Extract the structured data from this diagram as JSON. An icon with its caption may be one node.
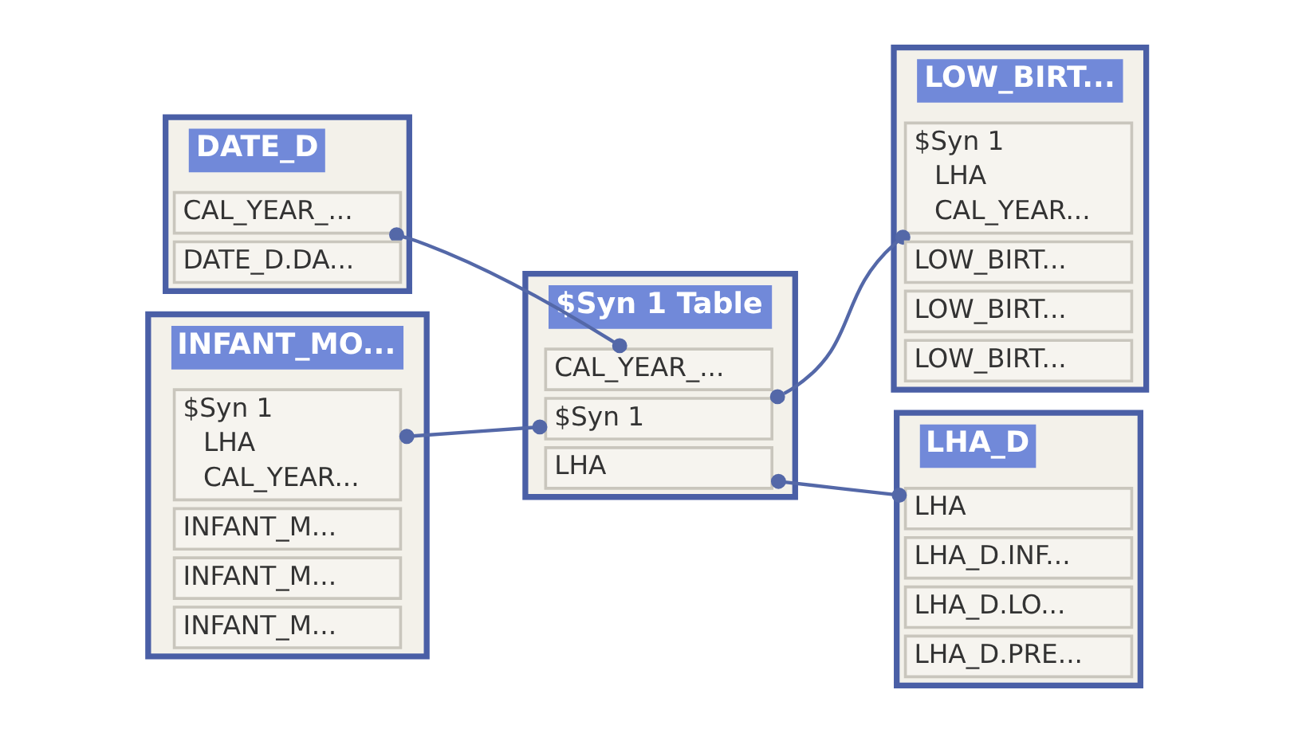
{
  "diagram": {
    "nodes": [
      {
        "text": [
          "DATE_D"
        ]
      },
      {
        "text": [
          "CAL_YEAR_..."
        ],
        "in": 0
      },
      {
        "text": [
          "DATE_D.DA..."
        ],
        "in": 0
      },
      {
        "text": [
          "LHA_D"
        ]
      },
      {
        "text": [
          "LHA"
        ],
        "in": 3
      },
      {
        "text": [
          "LHA_D.INF..."
        ],
        "in": 3
      },
      {
        "text": [
          "LHA_D.LO..."
        ],
        "in": 3
      },
      {
        "text": [
          "LHA_D.PRE..."
        ],
        "in": 3
      },
      {
        "text": [
          "$Syn 1 Table"
        ]
      },
      {
        "text": [
          "$Syn 1"
        ],
        "in": 8
      },
      {
        "text": [
          "CAL_YEAR_..."
        ],
        "in": 8
      },
      {
        "text": [
          "LHA"
        ],
        "in": 8
      },
      {
        "text": [
          "INFANT_MO..."
        ]
      },
      {
        "text": [
          "$Syn 1",
          "LHA",
          "CAL_YEAR..."
        ],
        "in": 12
      },
      {
        "text": [
          "INFANT_M..."
        ],
        "in": 12
      },
      {
        "text": [
          "INFANT_M..."
        ],
        "in": 12
      },
      {
        "text": [
          "INFANT_M..."
        ],
        "in": 12
      },
      {
        "text": [
          "LOW_BIRT..."
        ]
      },
      {
        "text": [
          "$Syn 1",
          "LHA",
          "CAL_YEAR..."
        ],
        "in": 17
      },
      {
        "text": [
          "LOW_BIRT..."
        ],
        "in": 17
      },
      {
        "text": [
          "LOW_BIRT..."
        ],
        "in": 17
      },
      {
        "text": [
          "LOW_BIRT..."
        ],
        "in": 17
      }
    ],
    "edges": [
      {
        "from": 1,
        "to": 10,
        "arrow": "other"
      },
      {
        "from": 11,
        "to": 4,
        "arrow": "other"
      },
      {
        "from": 13,
        "to": 9,
        "arrow": "other"
      },
      {
        "from": 9,
        "to": 18,
        "arrow": "other"
      }
    ]
  }
}
